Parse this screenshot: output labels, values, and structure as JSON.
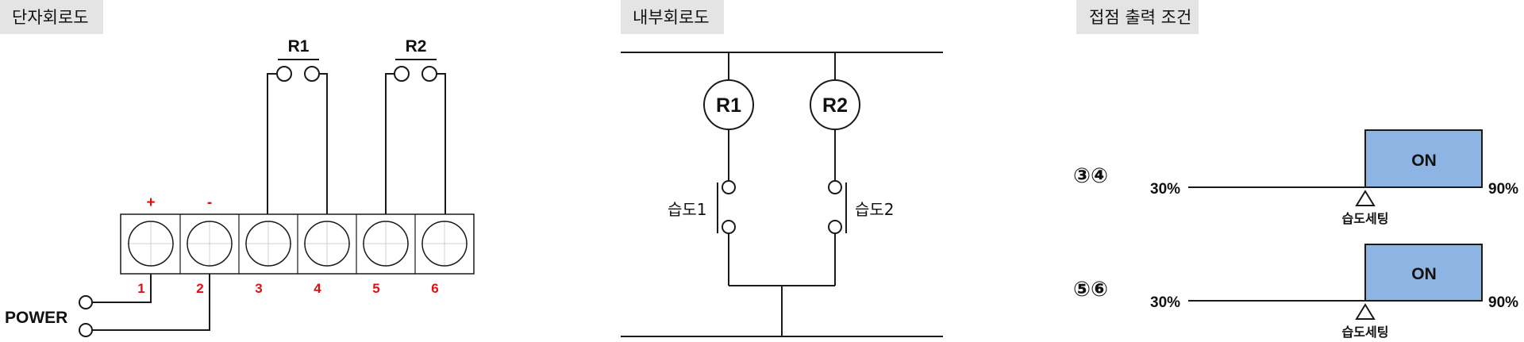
{
  "terminal_diagram": {
    "title": "단자회로도",
    "relay1": "R1",
    "relay2": "R2",
    "plus": "+",
    "minus": "-",
    "terminals": [
      "1",
      "2",
      "3",
      "4",
      "5",
      "6"
    ],
    "power": "POWER"
  },
  "internal_diagram": {
    "title": "내부회로도",
    "relay1": "R1",
    "relay2": "R2",
    "switch1": "습도1",
    "switch2": "습도2"
  },
  "contact_condition": {
    "title": "접점 출력 조건",
    "rows": [
      {
        "contacts": "③④",
        "min": "30%",
        "max": "90%",
        "state": "ON",
        "setpoint": "습도세팅"
      },
      {
        "contacts": "⑤⑥",
        "min": "30%",
        "max": "90%",
        "state": "ON",
        "setpoint": "습도세팅"
      }
    ]
  },
  "colors": {
    "header_bg": "#e4e4e4",
    "on_fill": "#8eb4e3",
    "terminal_text": "#e01010",
    "line": "#1a1a1a"
  }
}
